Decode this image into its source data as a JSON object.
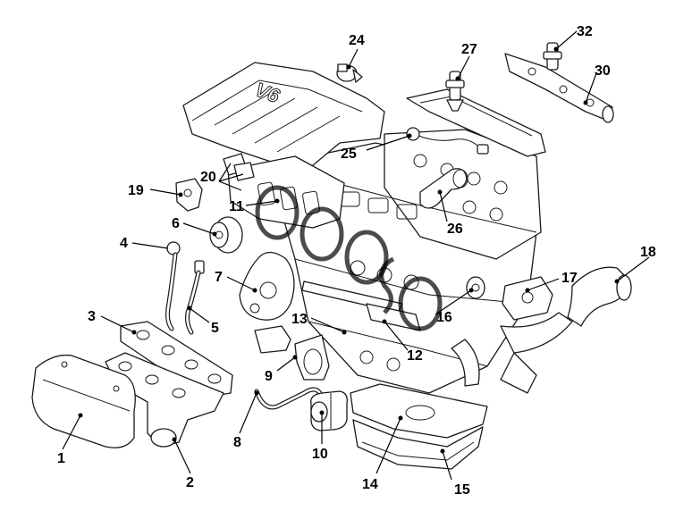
{
  "diagram": {
    "engine_cover_text": "V6",
    "callouts": [
      {
        "id": "1",
        "label": "1"
      },
      {
        "id": "2",
        "label": "2"
      },
      {
        "id": "3",
        "label": "3"
      },
      {
        "id": "4",
        "label": "4"
      },
      {
        "id": "5",
        "label": "5"
      },
      {
        "id": "6",
        "label": "6"
      },
      {
        "id": "7",
        "label": "7"
      },
      {
        "id": "8",
        "label": "8"
      },
      {
        "id": "9",
        "label": "9"
      },
      {
        "id": "10",
        "label": "10"
      },
      {
        "id": "11",
        "label": "11"
      },
      {
        "id": "12",
        "label": "12"
      },
      {
        "id": "13",
        "label": "13"
      },
      {
        "id": "14",
        "label": "14"
      },
      {
        "id": "15",
        "label": "15"
      },
      {
        "id": "16",
        "label": "16"
      },
      {
        "id": "17",
        "label": "17"
      },
      {
        "id": "18",
        "label": "18"
      },
      {
        "id": "19",
        "label": "19"
      },
      {
        "id": "20",
        "label": "20"
      },
      {
        "id": "24",
        "label": "24"
      },
      {
        "id": "25",
        "label": "25"
      },
      {
        "id": "26",
        "label": "26"
      },
      {
        "id": "27",
        "label": "27"
      },
      {
        "id": "30",
        "label": "30"
      },
      {
        "id": "32",
        "label": "32"
      }
    ]
  }
}
